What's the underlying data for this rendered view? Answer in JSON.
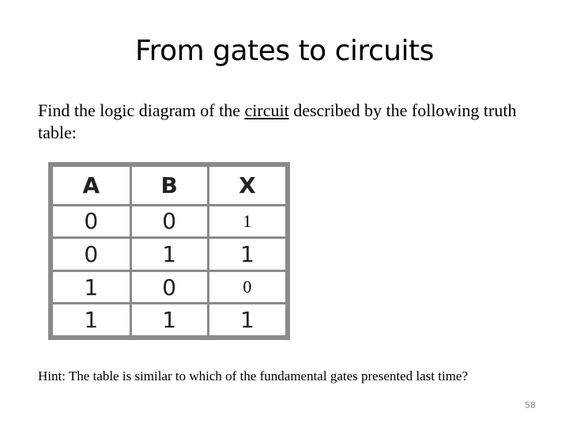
{
  "title": "From gates to circuits",
  "intro": {
    "before": "Find the logic diagram of the ",
    "link": "circuit",
    "after": " described by the following truth table:"
  },
  "truth_table": {
    "headers": [
      "A",
      "B",
      "X"
    ],
    "rows": [
      [
        "0",
        "0",
        "1"
      ],
      [
        "0",
        "1",
        "1"
      ],
      [
        "1",
        "0",
        "0"
      ],
      [
        "1",
        "1",
        "1"
      ]
    ]
  },
  "hint": "Hint: The table is similar to which of the fundamental gates presented last time?",
  "page_number": "58"
}
